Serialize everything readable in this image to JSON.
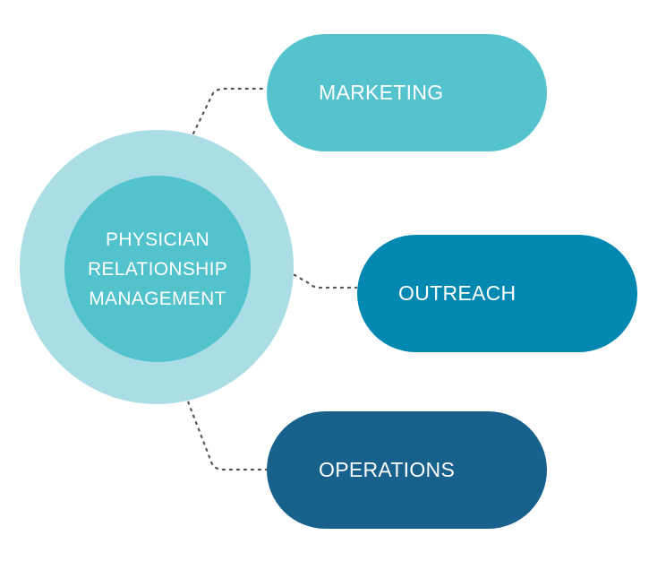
{
  "center": {
    "lines": [
      "PHYSICIAN",
      "RELATIONSHIP",
      "MANAGEMENT"
    ],
    "outer_color": "#aadde4",
    "inner_color": "#52c3cd"
  },
  "branches": [
    {
      "label": "MARKETING",
      "color": "#55c3ce"
    },
    {
      "label": "OUTREACH",
      "color": "#0388b2"
    },
    {
      "label": "OPERATIONS",
      "color": "#18618d"
    }
  ],
  "connector_color": "#555555"
}
